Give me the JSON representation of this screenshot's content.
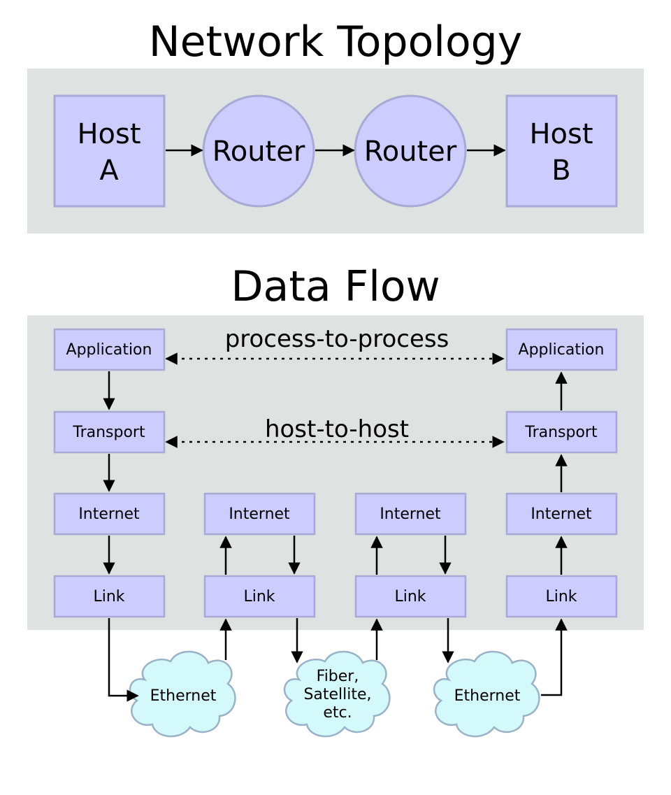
{
  "colors": {
    "panel": "#dee3e2",
    "node_fill": "#ccccff",
    "node_stroke": "#a9a9d6",
    "layer_fill": "#ccccff",
    "layer_stroke": "#a9a9d6",
    "cloud_fill": "#d4f9fb",
    "cloud_stroke": "#9ab2c8",
    "line": "#000000"
  },
  "topology": {
    "title": "Network Topology",
    "host_a": [
      "Host",
      "A"
    ],
    "router_1": "Router",
    "router_2": "Router",
    "host_b": [
      "Host",
      "B"
    ]
  },
  "dataflow": {
    "title": "Data Flow",
    "process_to_process": "process-to-process",
    "host_to_host": "host-to-host",
    "host_a_stack": [
      "Application",
      "Transport",
      "Internet",
      "Link"
    ],
    "router_1_stack": [
      "Internet",
      "Link"
    ],
    "router_2_stack": [
      "Internet",
      "Link"
    ],
    "host_b_stack": [
      "Application",
      "Transport",
      "Internet",
      "Link"
    ],
    "clouds": {
      "left": [
        "Ethernet"
      ],
      "middle": [
        "Fiber,",
        "Satellite,",
        "etc."
      ],
      "right": [
        "Ethernet"
      ]
    }
  }
}
